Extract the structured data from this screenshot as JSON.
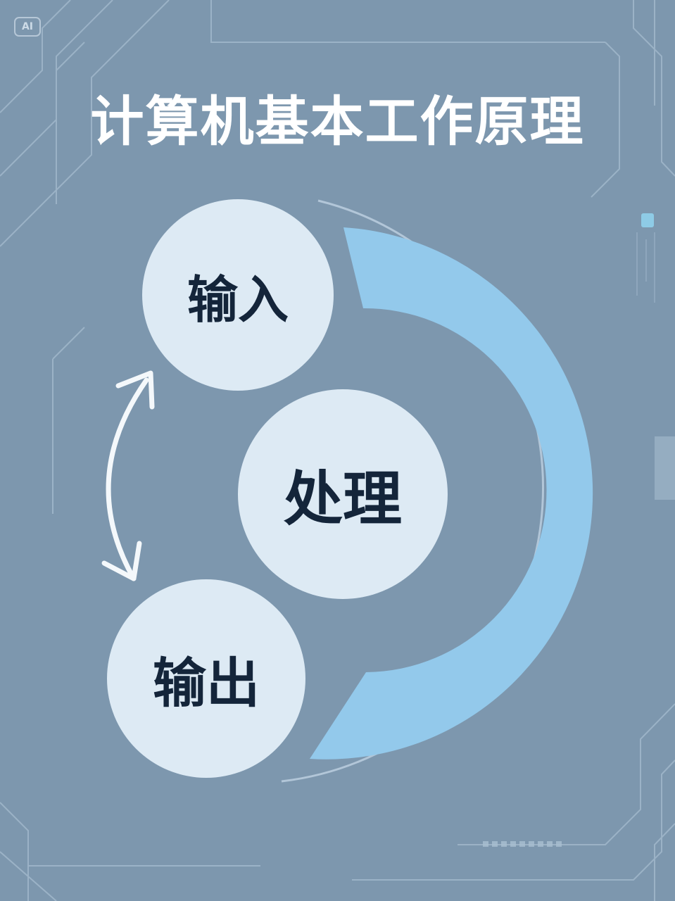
{
  "badge": {
    "label": "AI"
  },
  "title": "计算机基本工作原理",
  "nodes": {
    "input": "输入",
    "process": "处理",
    "output": "输出"
  },
  "colors": {
    "background": "#7d97ae",
    "node_fill": "#ddeaf4",
    "band": "#93c9eb",
    "text_dark": "#14253a",
    "title": "#ffffff",
    "accent_square": "#8ecbe6"
  }
}
